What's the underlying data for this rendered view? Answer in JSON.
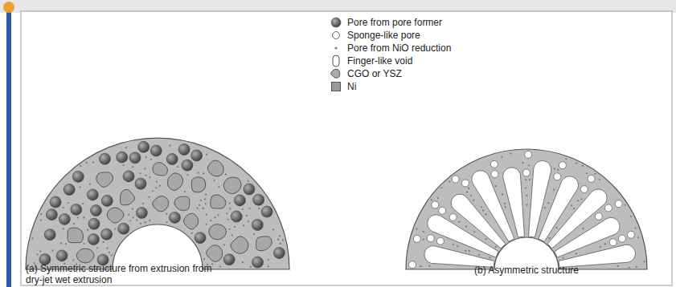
{
  "diagram": {
    "labels": [
      "(a) Symmetric structure from extrusion from dry-jet wet extrusion",
      "(b) Asymmetric structure"
    ],
    "legend": [
      {
        "text": "Pore from pore former"
      },
      {
        "text": "Sponge-like pore"
      },
      {
        "text": "Pore from NiO reduction"
      },
      {
        "text": "Finger-like void"
      },
      {
        "text": "CGO or YSZ"
      },
      {
        "text": "Ni",
        "color": "#9a9a9a"
      }
    ]
  }
}
